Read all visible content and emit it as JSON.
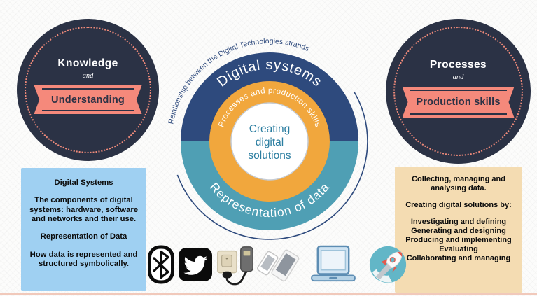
{
  "left_circle": {
    "title": "Knowledge",
    "connector": "and",
    "ribbon_label": "Understanding",
    "circle_color": "#2b3245",
    "accent_color": "#f5897b"
  },
  "right_circle": {
    "title": "Processes",
    "connector": "and",
    "ribbon_label": "Production skills"
  },
  "center_diagram": {
    "arc_caption": "Relationship between the Digital Technologies strands",
    "outer_ring_top_label": "Digital systems",
    "outer_ring_bottom_label": "Representation of data",
    "inner_ring_label": "Processes and production skills",
    "center_lines": [
      "Creating",
      "digital",
      "solutions"
    ],
    "colors": {
      "top_ring": "#2e4a7d",
      "bottom_ring": "#4f9fb4",
      "inner_ring": "#f1a73d",
      "center_text": "#2a7da0",
      "arc_line": "#2e4a7d"
    }
  },
  "left_panel": {
    "bg_color": "#9fd0f2",
    "heading1": "Digital Systems",
    "body1": "The components of digital systems: hardware, software and networks and their use.",
    "heading2": "Representation of Data",
    "body2": "How data is represented and structured symbolically."
  },
  "right_panel": {
    "bg_color": "#f4dcb2",
    "intro1": "Collecting, managing and analysing data.",
    "intro2": "Creating digital solutions by:",
    "items": [
      "Investigating and defining",
      "Generating and designing",
      "Producing and implementing",
      "Evaluating",
      "Collaborating and managing"
    ]
  },
  "icons": {
    "labels": [
      "bluetooth",
      "twitter",
      "charger",
      "mobile-devices",
      "laptop",
      "rocket"
    ]
  }
}
